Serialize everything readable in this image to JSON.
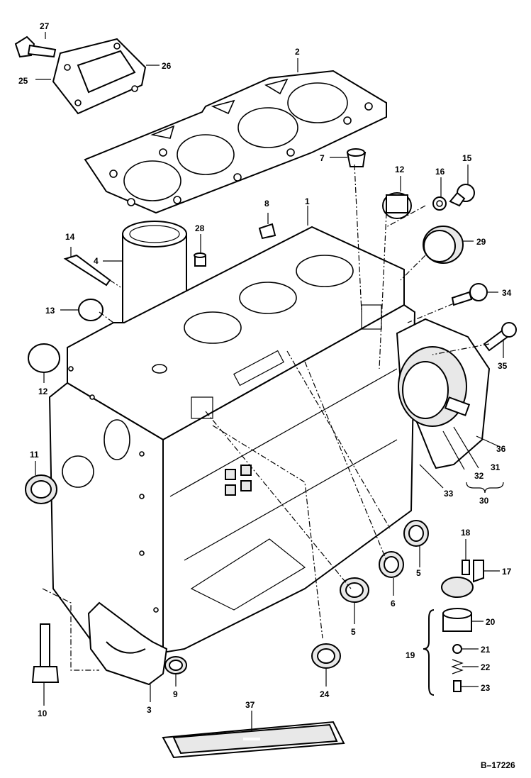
{
  "diagram": {
    "reference_code": "B–17226",
    "callouts": [
      {
        "id": "c1",
        "text": "1"
      },
      {
        "id": "c2",
        "text": "2"
      },
      {
        "id": "c3",
        "text": "3"
      },
      {
        "id": "c4",
        "text": "4"
      },
      {
        "id": "c5a",
        "text": "5"
      },
      {
        "id": "c5b",
        "text": "5"
      },
      {
        "id": "c6",
        "text": "6"
      },
      {
        "id": "c7",
        "text": "7"
      },
      {
        "id": "c8",
        "text": "8"
      },
      {
        "id": "c9",
        "text": "9"
      },
      {
        "id": "c10",
        "text": "10"
      },
      {
        "id": "c11",
        "text": "11"
      },
      {
        "id": "c12a",
        "text": "12"
      },
      {
        "id": "c12b",
        "text": "12"
      },
      {
        "id": "c13",
        "text": "13"
      },
      {
        "id": "c14",
        "text": "14"
      },
      {
        "id": "c15",
        "text": "15"
      },
      {
        "id": "c16",
        "text": "16"
      },
      {
        "id": "c17",
        "text": "17"
      },
      {
        "id": "c18",
        "text": "18"
      },
      {
        "id": "c19",
        "text": "19"
      },
      {
        "id": "c20",
        "text": "20"
      },
      {
        "id": "c21",
        "text": "21"
      },
      {
        "id": "c22",
        "text": "22"
      },
      {
        "id": "c23",
        "text": "23"
      },
      {
        "id": "c24",
        "text": "24"
      },
      {
        "id": "c25",
        "text": "25"
      },
      {
        "id": "c26",
        "text": "26"
      },
      {
        "id": "c27",
        "text": "27"
      },
      {
        "id": "c28",
        "text": "28"
      },
      {
        "id": "c29",
        "text": "29"
      },
      {
        "id": "c30",
        "text": "30"
      },
      {
        "id": "c31",
        "text": "31"
      },
      {
        "id": "c32",
        "text": "32"
      },
      {
        "id": "c33",
        "text": "33"
      },
      {
        "id": "c34",
        "text": "34"
      },
      {
        "id": "c35",
        "text": "35"
      },
      {
        "id": "c36",
        "text": "36"
      },
      {
        "id": "c37",
        "text": "37"
      }
    ]
  }
}
